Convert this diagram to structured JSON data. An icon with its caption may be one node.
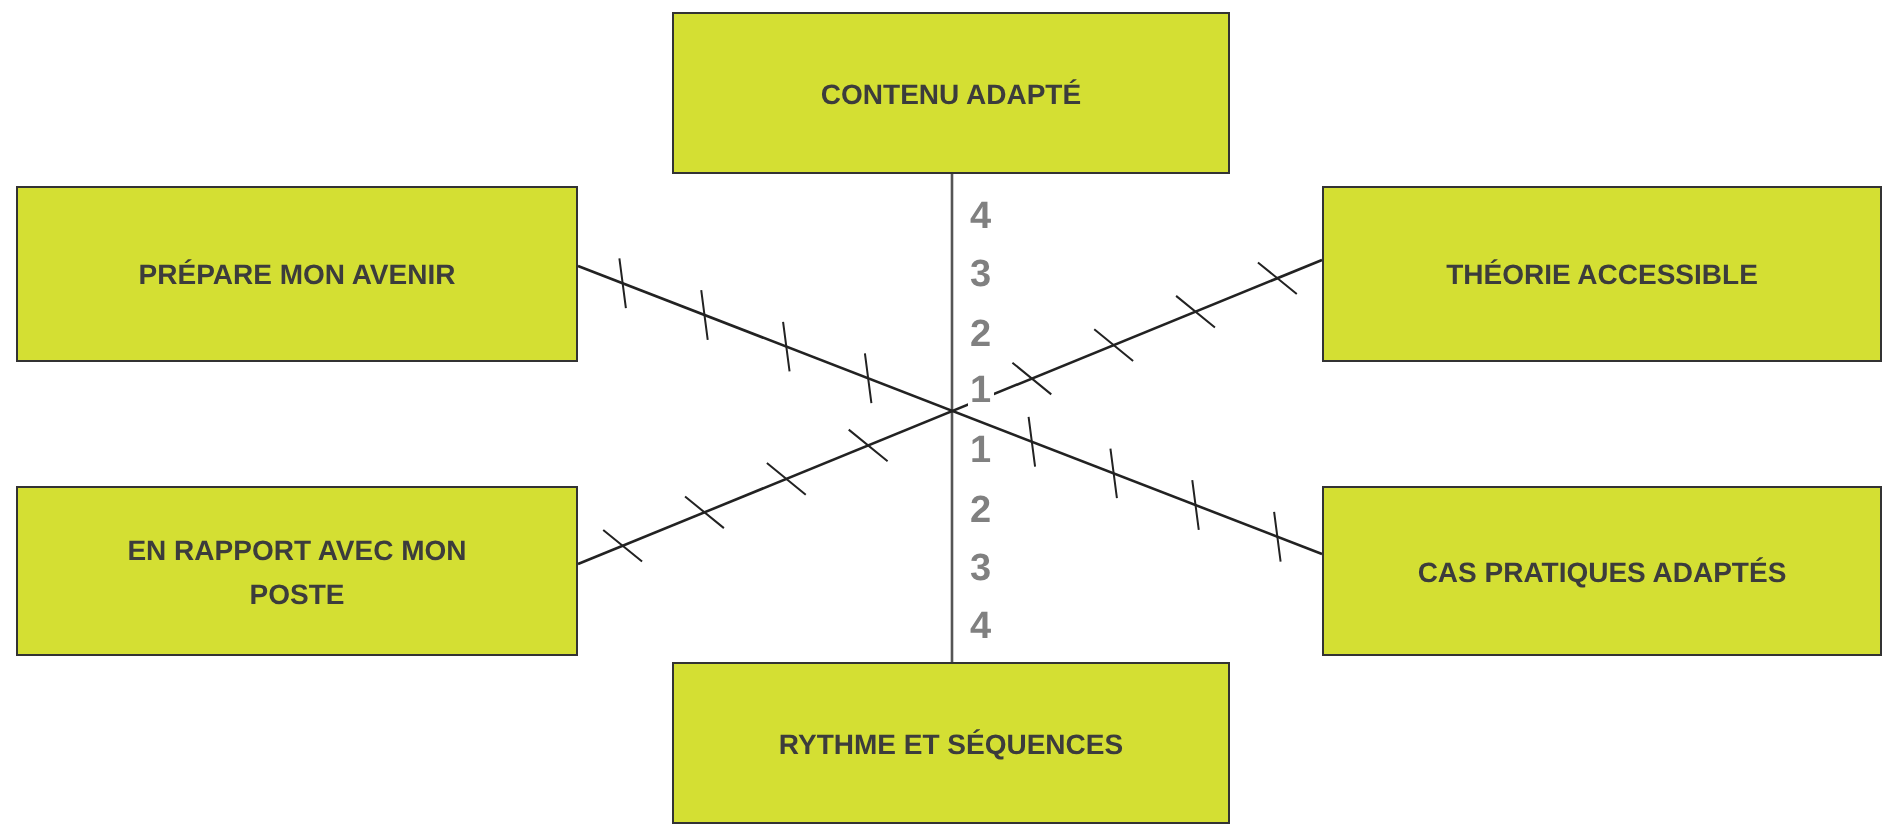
{
  "diagram": {
    "nodes": [
      {
        "text": [
          "CONTENU ADAPTÉ"
        ]
      },
      {
        "text": [
          "PRÉPARE MON AVENIR"
        ]
      },
      {
        "text": [
          "THÉORIE ACCESSIBLE"
        ]
      },
      {
        "text": [
          "EN RAPPORT AVEC MON POSTE"
        ]
      },
      {
        "text": [
          "CAS PRATIQUES ADAPTÉS"
        ]
      },
      {
        "text": [
          "RYTHME ET SÉQUENCES"
        ]
      }
    ],
    "edges": [
      {
        "from": 0,
        "to": 5,
        "arrow": "none"
      },
      {
        "from": 1,
        "to": 4,
        "arrow": "none"
      },
      {
        "from": 3,
        "to": 2,
        "arrow": "none"
      }
    ],
    "labels": [
      "4",
      "3",
      "2",
      "1",
      "1",
      "2",
      "3",
      "4"
    ]
  }
}
